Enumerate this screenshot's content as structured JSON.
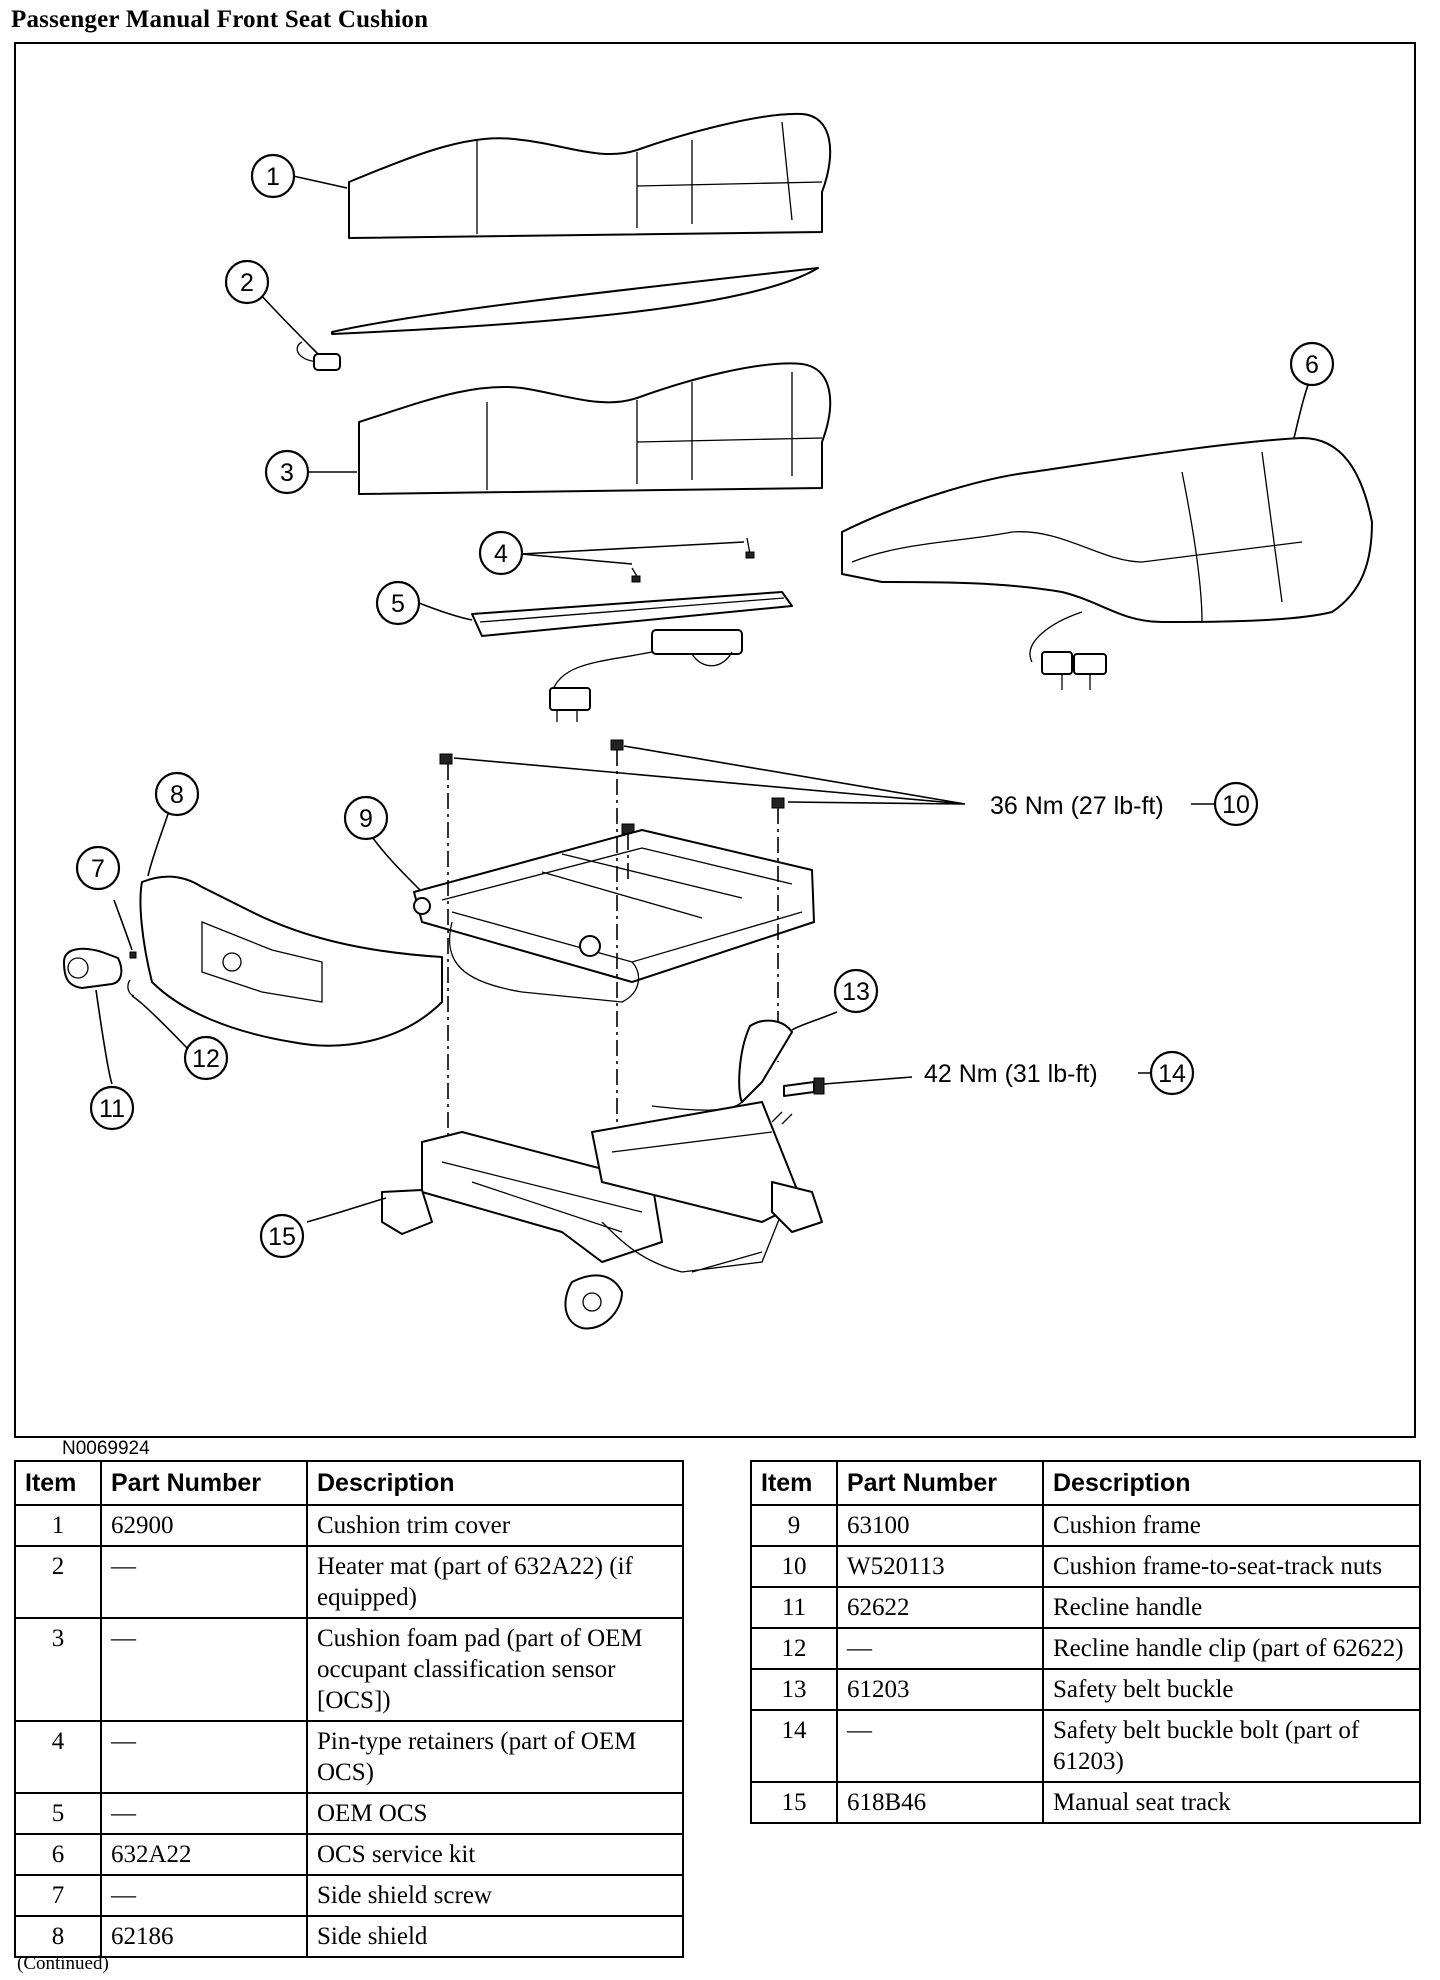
{
  "page_title": "Passenger Manual Front Seat Cushion",
  "figure_code": "N0069924",
  "continued_note": "(Continued)",
  "callouts": [
    "1",
    "2",
    "3",
    "4",
    "5",
    "6",
    "7",
    "8",
    "9",
    "10",
    "11",
    "12",
    "13",
    "14",
    "15"
  ],
  "torque_labels": {
    "nuts": "36 Nm (27 lb-ft)",
    "bolt": "42 Nm (31 lb-ft)"
  },
  "table_headers": {
    "item": "Item",
    "part_number": "Part Number",
    "description": "Description"
  },
  "parts_left": [
    {
      "item": "1",
      "part_number": "62900",
      "description": "Cushion trim cover"
    },
    {
      "item": "2",
      "part_number": "—",
      "description": "Heater mat (part of 632A22) (if equipped)"
    },
    {
      "item": "3",
      "part_number": "—",
      "description": "Cushion foam pad (part of OEM occupant classification sensor [OCS])"
    },
    {
      "item": "4",
      "part_number": "—",
      "description": "Pin-type retainers (part of OEM OCS)"
    },
    {
      "item": "5",
      "part_number": "—",
      "description": "OEM OCS"
    },
    {
      "item": "6",
      "part_number": "632A22",
      "description": "OCS service kit"
    },
    {
      "item": "7",
      "part_number": "—",
      "description": "Side shield screw"
    },
    {
      "item": "8",
      "part_number": "62186",
      "description": "Side shield"
    }
  ],
  "parts_right": [
    {
      "item": "9",
      "part_number": "63100",
      "description": "Cushion frame"
    },
    {
      "item": "10",
      "part_number": "W520113",
      "description": "Cushion frame-to-seat-track nuts"
    },
    {
      "item": "11",
      "part_number": "62622",
      "description": "Recline handle"
    },
    {
      "item": "12",
      "part_number": "—",
      "description": "Recline handle clip (part of 62622)"
    },
    {
      "item": "13",
      "part_number": "61203",
      "description": "Safety belt buckle"
    },
    {
      "item": "14",
      "part_number": "—",
      "description": "Safety belt buckle bolt (part of 61203)"
    },
    {
      "item": "15",
      "part_number": "618B46",
      "description": "Manual seat track"
    }
  ]
}
